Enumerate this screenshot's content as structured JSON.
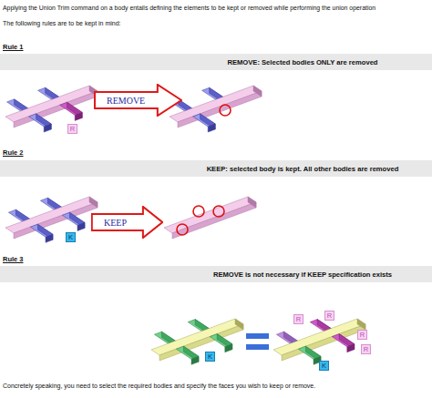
{
  "diagram": {
    "nodes": [
      {
        "text": [
          "REMOVE: Selected bodies ONLY are removed"
        ]
      },
      {
        "text": [
          "REMOVE"
        ]
      },
      {
        "text": [
          "R"
        ]
      },
      {
        "text": [
          "KEEP: selected body is kept. All other bodies are removed"
        ]
      },
      {
        "text": [
          "KEEP"
        ]
      },
      {
        "text": [
          "K"
        ]
      },
      {
        "text": [
          "REMOVE is not necessary if KEEP specification exists"
        ]
      },
      {
        "text": [
          "R"
        ]
      },
      {
        "text": [
          "R"
        ]
      },
      {
        "text": [
          "R"
        ]
      },
      {
        "text": [
          "R"
        ]
      },
      {
        "text": [
          "K"
        ]
      },
      {
        "text": [
          "K"
        ]
      }
    ],
    "labels": [
      "Applying the Union Trim command on a body entails defining the elements to be kept or removed while performing the union operation",
      "The following rules are to be kept in mind:",
      "Rule 1",
      "Rule 2",
      "Rule 3",
      "Concretely speaking, you need to select the required bodies and specify the faces you wish to keep or remove."
    ]
  }
}
